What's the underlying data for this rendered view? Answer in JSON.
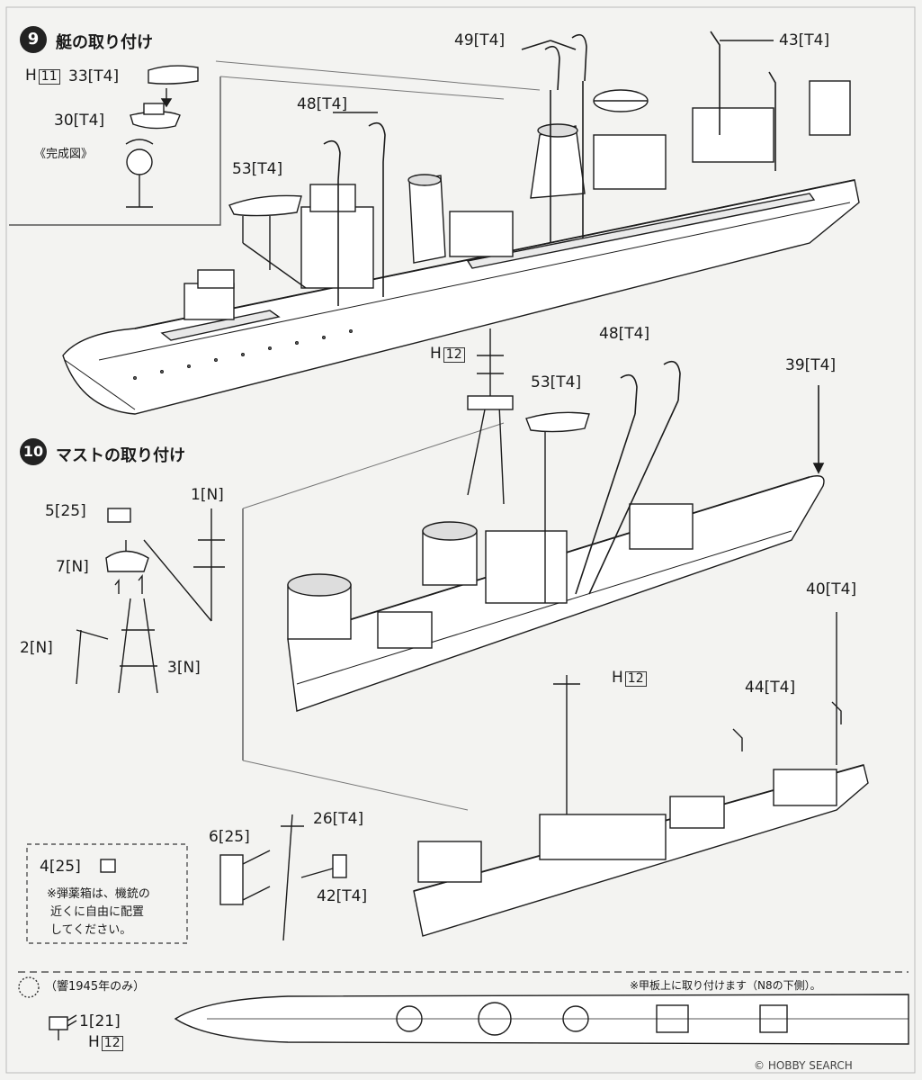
{
  "step9": {
    "number": "9",
    "title": "艇の取り付け"
  },
  "step10": {
    "number": "10",
    "title": "マストの取り付け"
  },
  "part_labels": {
    "h11": {
      "prefix": "H",
      "box": "11"
    },
    "p33": "33[T4]",
    "p30": "30[T4]",
    "complete": "《完成図》",
    "p49": "49[T4]",
    "p43": "43[T4]",
    "p48a": "48[T4]",
    "p53a": "53[T4]",
    "h12a": {
      "prefix": "H",
      "box": "12"
    },
    "p53b": "53[T4]",
    "p48b": "48[T4]",
    "p39": "39[T4]",
    "p5": "5[25]",
    "p1": "1[N]",
    "p7": "7[N]",
    "p2": "2[N]",
    "p3": "3[N]",
    "p40": "40[T4]",
    "h12b": {
      "prefix": "H",
      "box": "12"
    },
    "p44": "44[T4]",
    "p26": "26[T4]",
    "p6": "6[25]",
    "p42": "42[T4]",
    "p4": "4[25]",
    "p1b": "1[21]",
    "h12c": {
      "prefix": "H",
      "box": "12"
    }
  },
  "ammo_note": {
    "line1": "※弾薬箱は、機銃の",
    "line2": "近くに自由に配置",
    "line3": "してください。"
  },
  "hibiki_note": "（響1945年のみ）",
  "deck_note": "※甲板上に取り付けます（N8の下側）。",
  "watermark": "© HOBBY SEARCH"
}
